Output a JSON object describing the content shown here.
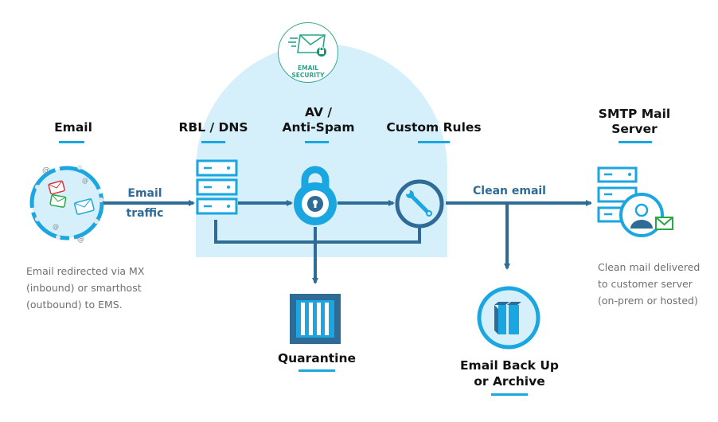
{
  "badge": {
    "line1": "EMAIL",
    "line2": "SECURITY",
    "icon": "envelope-lock-icon",
    "color": "#2aa58a"
  },
  "stages": [
    {
      "id": "email",
      "title": "Email",
      "icon": "email-cloud-icon"
    },
    {
      "id": "rbl",
      "title": "RBL / DNS",
      "icon": "server-stack-icon"
    },
    {
      "id": "av",
      "title_line1": "AV /",
      "title_line2": "Anti-Spam",
      "icon": "padlock-icon"
    },
    {
      "id": "rules",
      "title": "Custom Rules",
      "icon": "wrench-icon"
    },
    {
      "id": "smtp",
      "title_line1": "SMTP Mail",
      "title_line2": "Server",
      "icon": "server-user-icon"
    },
    {
      "id": "quarantine",
      "title": "Quarantine",
      "icon": "quarantine-cage-icon"
    },
    {
      "id": "archive",
      "title_line1": "Email Back Up",
      "title_line2": "or Archive",
      "icon": "archive-box-icon"
    }
  ],
  "flow_labels": {
    "email_traffic_line1": "Email",
    "email_traffic_line2": "traffic",
    "clean_email": "Clean email"
  },
  "notes": {
    "email": [
      "Email redirected via MX",
      "(inbound) or smarthost",
      "(outbound) to EMS."
    ],
    "smtp": [
      "Clean mail delivered",
      "to customer server",
      "(on-prem or hosted)"
    ]
  },
  "colors": {
    "accent": "#1aa6e0",
    "flow": "#2e6b96",
    "dome": "#d6f0fb",
    "badge": "#2aa58a",
    "envelope_red": "#d9353a",
    "envelope_green": "#27a844"
  }
}
